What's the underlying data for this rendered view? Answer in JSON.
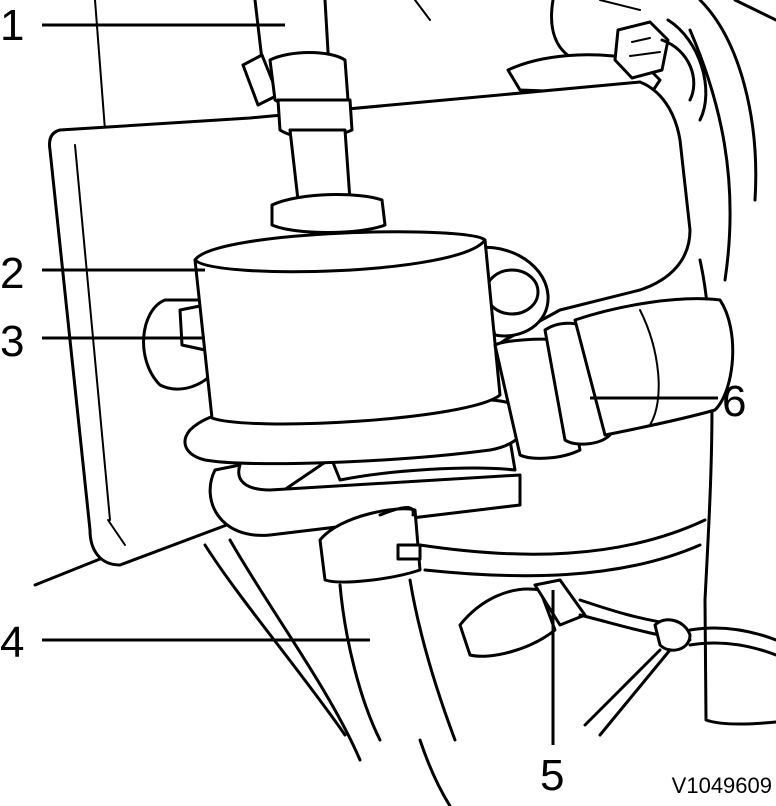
{
  "figure_id": "V1049609",
  "callouts": [
    {
      "label": "1"
    },
    {
      "label": "2"
    },
    {
      "label": "3"
    },
    {
      "label": "4"
    },
    {
      "label": "5"
    },
    {
      "label": "6"
    }
  ]
}
